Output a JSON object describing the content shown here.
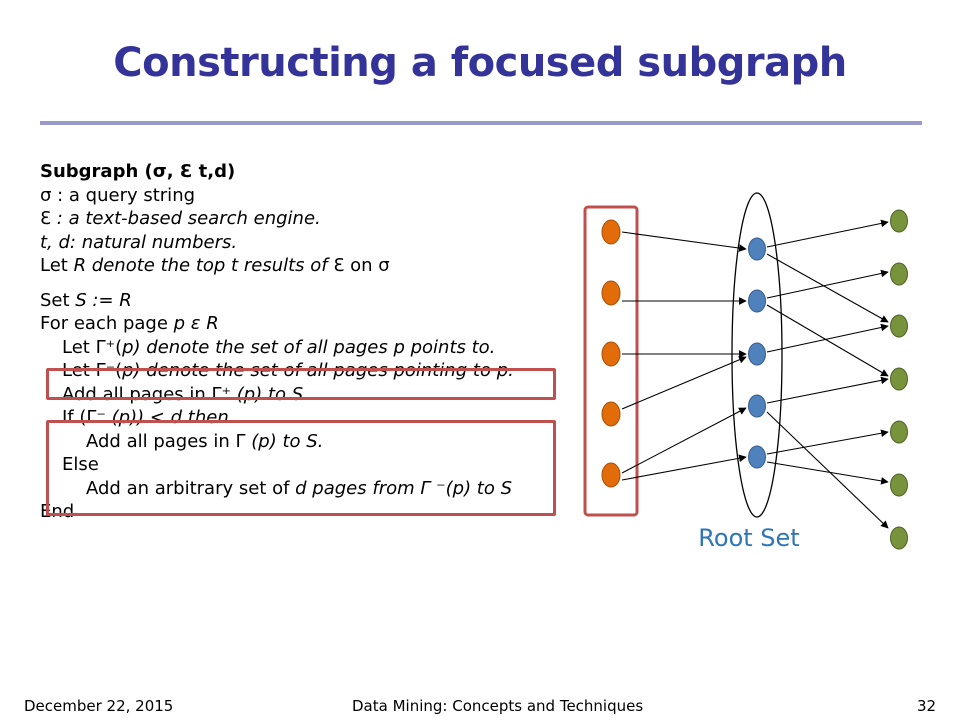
{
  "slide": {
    "title": "Constructing a focused subgraph",
    "footer_date": "December 22, 2015",
    "footer_course": "Data Mining: Concepts and Techniques",
    "page_number": "32"
  },
  "algorithm": {
    "header": "Subgraph (σ, Ɛ t,d)",
    "lines": {
      "l1": "σ : a query string",
      "l2_a": "Ɛ",
      "l2_b": " : a text-based search engine.",
      "l3": "t, d: natural numbers.",
      "l4_a": "Let ",
      "l4_b": "R denote the top t results of ",
      "l4_c": "Ɛ",
      "l4_d": " on σ",
      "l5_a": "Set ",
      "l5_b": "S := R",
      "l6_a": "For each page ",
      "l6_b": "p ε R",
      "l7_a": "Let Γ⁺(",
      "l7_b": "p) denote the set of all pages p points to.",
      "l8_a": "Let Γ⁻(",
      "l8_b": "p) denote the set of all pages pointing to p.",
      "l9_a": "Add all pages in Γ⁺ ",
      "l9_b": "(p) to S.",
      "l10_a": "If (Γ⁻ ",
      "l10_b": "(p)) < d then",
      "l11_a": "Add all pages in Γ ",
      "l11_b": "(p) to S.",
      "l12": "Else",
      "l13_a": "Add an arbitrary set of ",
      "l13_b": "d pages from  Γ ⁻(p) to S",
      "l14": "End"
    }
  },
  "diagram": {
    "root_set_label": "Root Set",
    "colors": {
      "left_nodes": "#e36c0a",
      "root_nodes": "#4f81bd",
      "right_nodes": "#77933c",
      "highlight": "#c0504d",
      "label": "#2e75b6"
    }
  }
}
